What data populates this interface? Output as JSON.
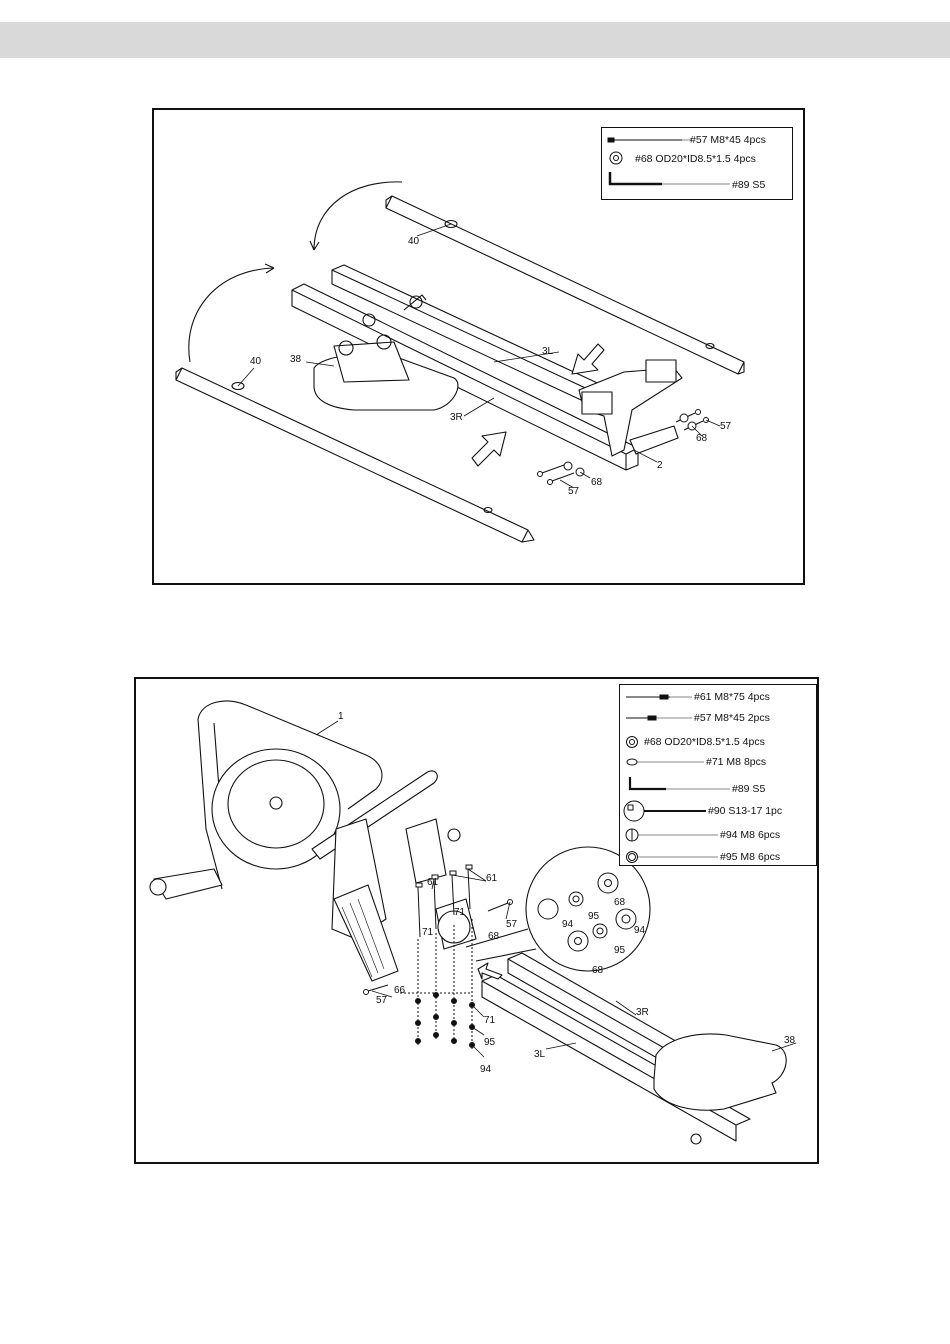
{
  "step1": {
    "legend": [
      {
        "label": "#57 M8*45  4pcs",
        "icon": "bolt-icon"
      },
      {
        "label": "#68 OD20*ID8.5*1.5  4pcs",
        "icon": "washer-icon"
      },
      {
        "label": "#89  S5",
        "icon": "hex-key-icon"
      }
    ],
    "callouts": {
      "c40a": "40",
      "c40b": "40",
      "c38": "38",
      "c3L": "3L",
      "c3R": "3R",
      "c2": "2",
      "c57a": "57",
      "c68a": "68",
      "c57b": "57",
      "c68b": "68"
    }
  },
  "step2": {
    "legend": [
      {
        "label": "#61 M8*75  4pcs",
        "icon": "long-bolt-icon"
      },
      {
        "label": "#57 M8*45  2pcs",
        "icon": "bolt-icon"
      },
      {
        "label": "#68 OD20*ID8.5*1.5  4pcs",
        "icon": "washer-icon"
      },
      {
        "label": "#71 M8  8pcs",
        "icon": "spring-washer-icon"
      },
      {
        "label": "#89  S5",
        "icon": "hex-key-icon"
      },
      {
        "label": "#90   S13-17 1pc",
        "icon": "wrench-icon"
      },
      {
        "label": "#94 M8  6pcs",
        "icon": "cap-nut-icon"
      },
      {
        "label": "#95 M8  6pcs",
        "icon": "flat-washer-icon"
      }
    ],
    "callouts": {
      "c1": "1",
      "c61a": "61",
      "c61b": "61",
      "c71a": "71",
      "c71b": "71",
      "c57a": "57",
      "c68a": "68",
      "c57b": "57",
      "c66": "66",
      "c71c": "71",
      "c95": "95",
      "c94": "94",
      "c3R": "3R",
      "c3L": "3L",
      "c38": "38",
      "z68a": "68",
      "z95a": "95",
      "z94a": "94",
      "z94b": "94",
      "z95b": "95",
      "z68b": "68"
    }
  }
}
